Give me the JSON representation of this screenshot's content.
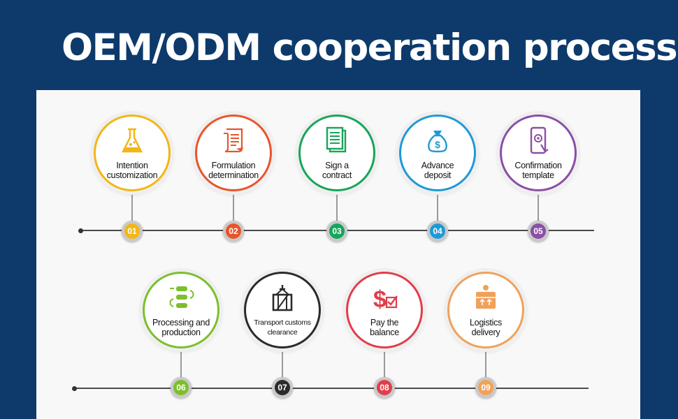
{
  "title": "OEM/ODM cooperation process",
  "steps": [
    {
      "number": "01",
      "label": "Intention\ncustomization",
      "color": "#f2b616",
      "icon": "flask-icon"
    },
    {
      "number": "02",
      "label": "Formulation\ndetermination",
      "color": "#e8552a",
      "icon": "scroll-icon"
    },
    {
      "number": "03",
      "label": "Sign a\ncontract",
      "color": "#17a55b",
      "icon": "document-icon"
    },
    {
      "number": "04",
      "label": "Advance\ndeposit",
      "color": "#1e9ad6",
      "icon": "money-bag-icon"
    },
    {
      "number": "05",
      "label": "Confirmation\ntemplate",
      "color": "#8a4fa6",
      "icon": "smartphone-icon"
    },
    {
      "number": "06",
      "label": "Processing and\nproduction",
      "color": "#7cbf2d",
      "icon": "workflow-icon"
    },
    {
      "number": "07",
      "label": "Transport customs\nclearance",
      "color": "#2b2b2b",
      "icon": "crate-icon"
    },
    {
      "number": "08",
      "label": "Pay the\nbalance",
      "color": "#e23d4b",
      "icon": "dollar-check-icon"
    },
    {
      "number": "09",
      "label": "Logistics\ndelivery",
      "color": "#f0a15a",
      "icon": "box-icon"
    }
  ]
}
